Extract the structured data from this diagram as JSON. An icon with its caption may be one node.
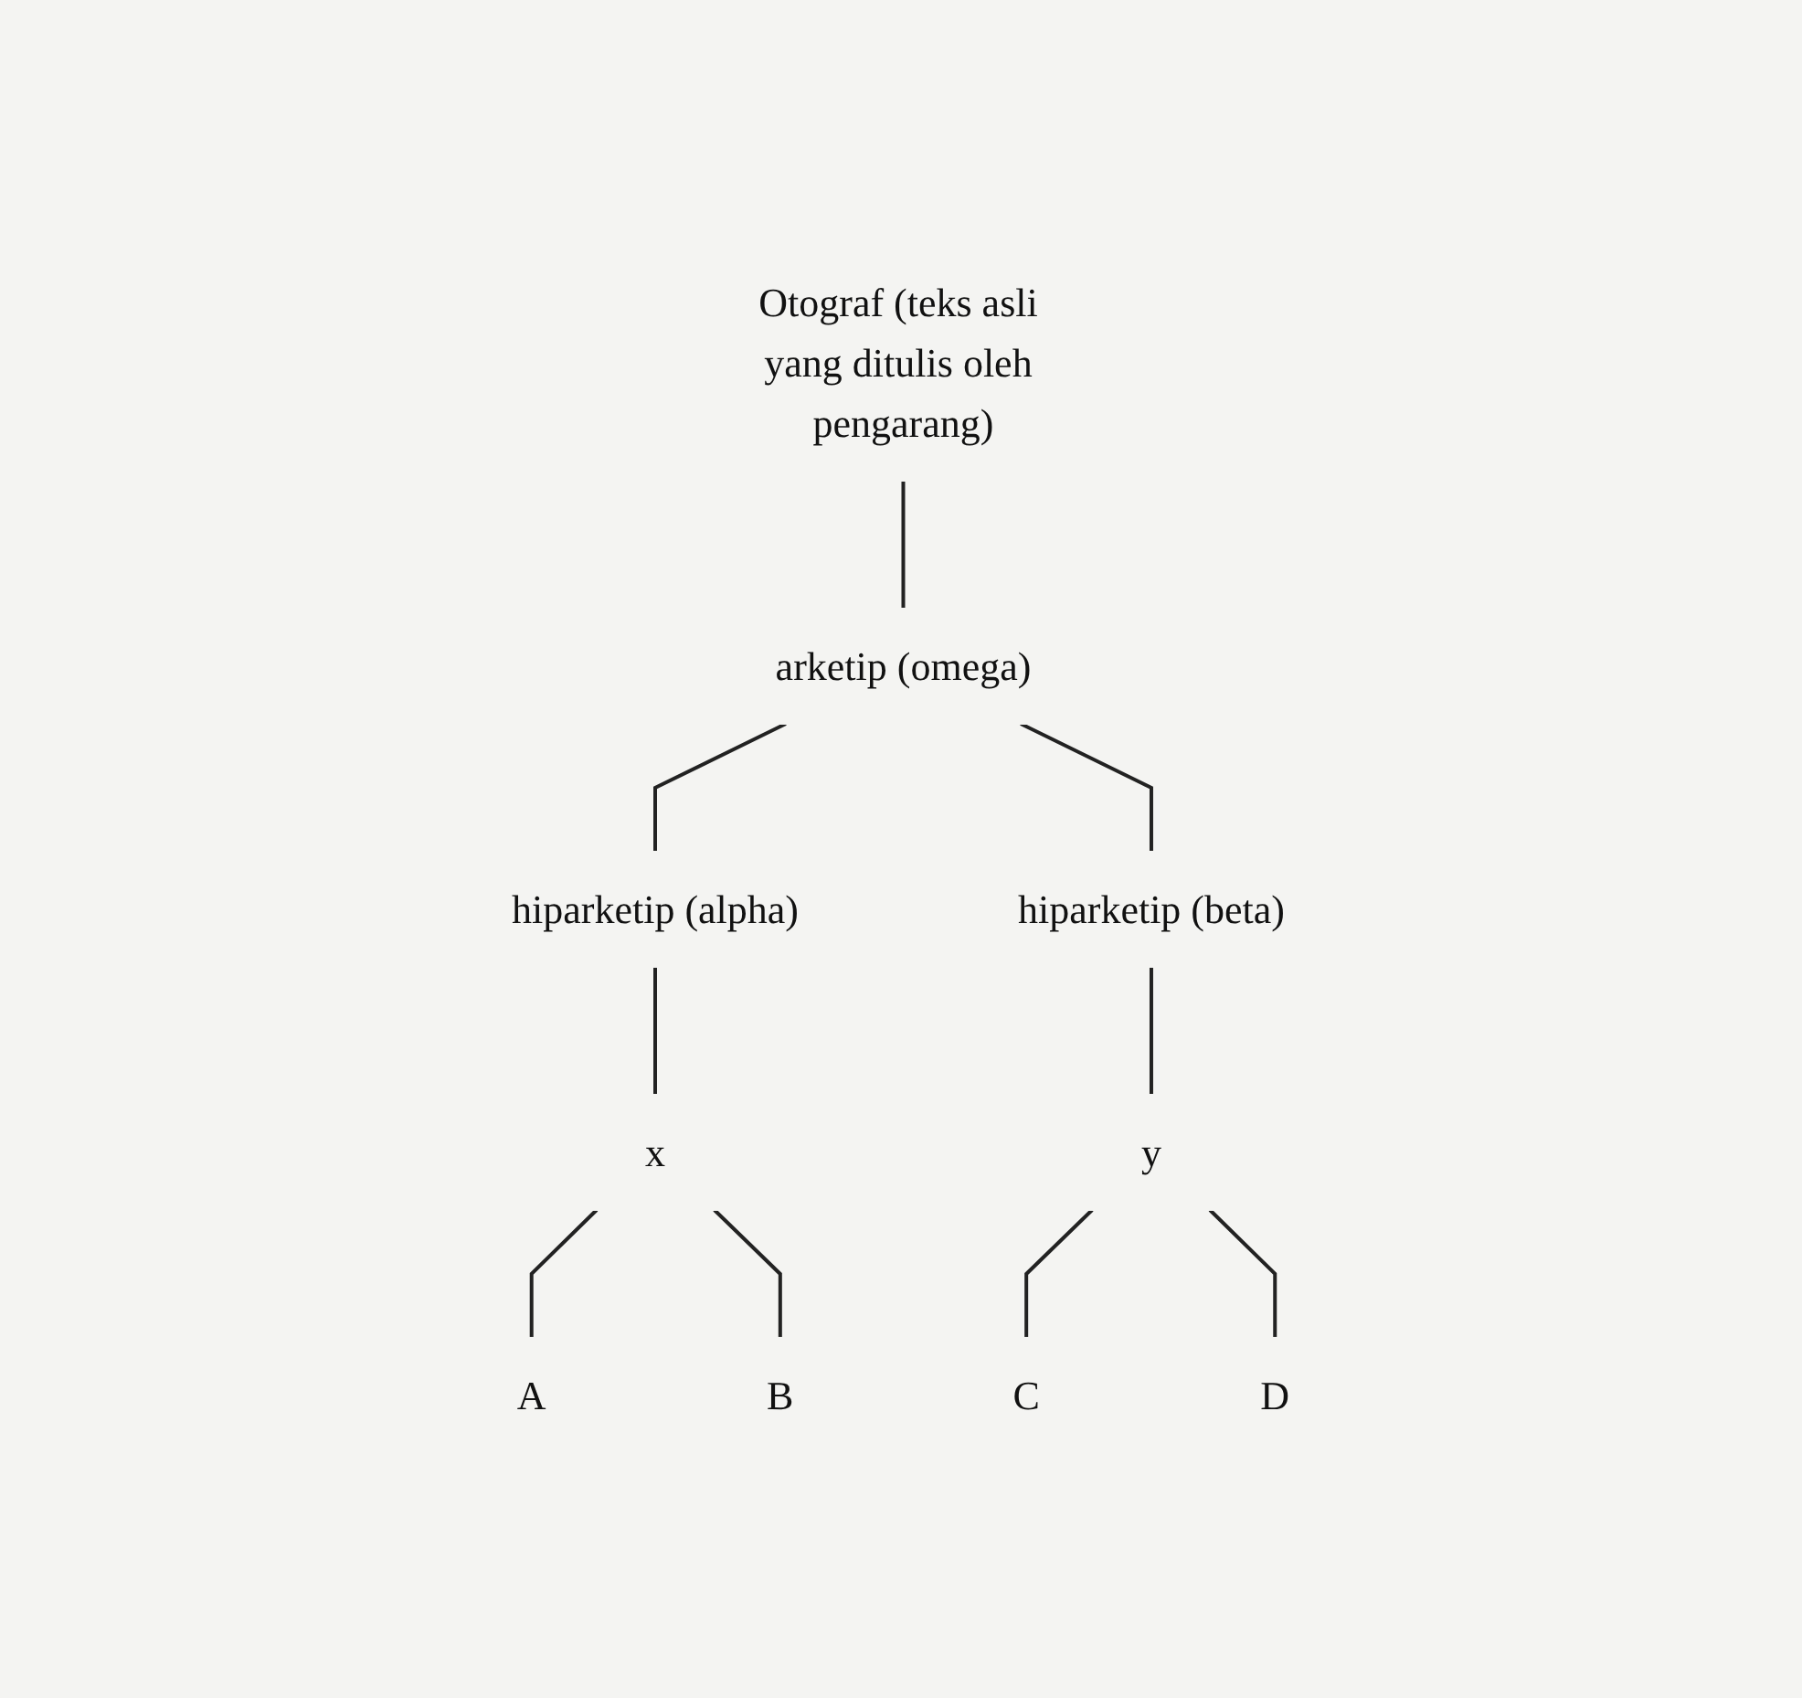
{
  "diagram": {
    "nodes": [
      {
        "text": [
          "Otograf (teks asli yang ditulis oleh pengarang)"
        ]
      },
      {
        "text": [
          "arketip (omega)"
        ]
      },
      {
        "text": [
          "hiparketip (alpha)"
        ]
      },
      {
        "text": [
          "hiparketip (beta)"
        ]
      },
      {
        "text": [
          "x"
        ]
      },
      {
        "text": [
          "y"
        ]
      },
      {
        "text": [
          "A"
        ]
      },
      {
        "text": [
          "B"
        ]
      },
      {
        "text": [
          "C"
        ]
      },
      {
        "text": [
          "D"
        ]
      }
    ],
    "edges": [
      {
        "from": 0,
        "to": 1,
        "arrow": "none"
      },
      {
        "from": 1,
        "to": 2,
        "arrow": "none"
      },
      {
        "from": 1,
        "to": 3,
        "arrow": "none"
      },
      {
        "from": 2,
        "to": 4,
        "arrow": "none"
      },
      {
        "from": 3,
        "to": 5,
        "arrow": "none"
      },
      {
        "from": 4,
        "to": 6,
        "arrow": "none"
      },
      {
        "from": 4,
        "to": 7,
        "arrow": "none"
      },
      {
        "from": 5,
        "to": 8,
        "arrow": "none"
      },
      {
        "from": 5,
        "to": 9,
        "arrow": "none"
      }
    ]
  }
}
